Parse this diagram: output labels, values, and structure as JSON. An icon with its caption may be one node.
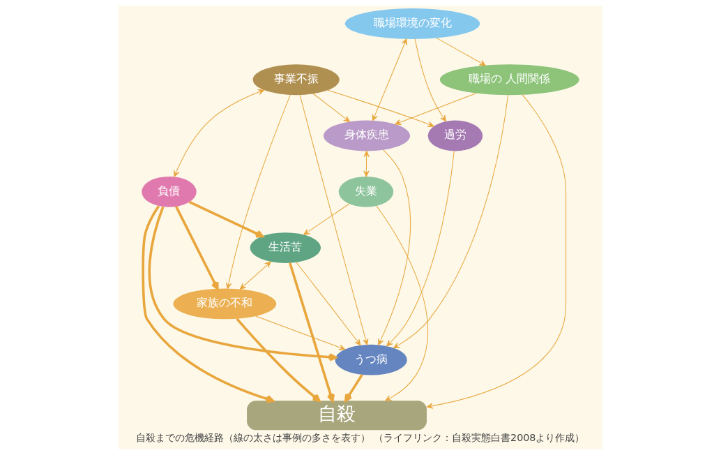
{
  "diagram": {
    "caption": "自殺までの危機経路（線の太さは事例の多さを表す） （ライフリンク：自殺実態白書2008より作成）",
    "nodes": [
      {
        "text": [
          "職場環境の変化"
        ]
      },
      {
        "text": [
          "過労"
        ]
      },
      {
        "text": [
          "職場の 人間関係"
        ]
      },
      {
        "text": [
          "事業不振"
        ]
      },
      {
        "text": [
          "失業"
        ]
      },
      {
        "text": [
          "負債"
        ]
      },
      {
        "text": [
          "身体疾患"
        ]
      },
      {
        "text": [
          "生活苦"
        ]
      },
      {
        "text": [
          "家族の不和"
        ]
      },
      {
        "text": [
          "うつ病"
        ]
      },
      {
        "text": [
          "自殺"
        ]
      }
    ],
    "edges": [
      {
        "from": 0,
        "to": 2,
        "arrow": "to"
      },
      {
        "from": 0,
        "to": 1,
        "arrow": "to"
      },
      {
        "from": 0,
        "to": 6,
        "arrow": "both"
      },
      {
        "from": 3,
        "to": 1,
        "arrow": "to"
      },
      {
        "from": 3,
        "to": 6,
        "arrow": "to"
      },
      {
        "from": 3,
        "to": 9,
        "arrow": "to"
      },
      {
        "from": 3,
        "to": 5,
        "arrow": "both"
      },
      {
        "from": 3,
        "to": 8,
        "arrow": "to"
      },
      {
        "from": 2,
        "to": 6,
        "arrow": "to"
      },
      {
        "from": 2,
        "to": 9,
        "arrow": "to"
      },
      {
        "from": 2,
        "to": 10,
        "arrow": "to"
      },
      {
        "from": 1,
        "to": 9,
        "arrow": "to"
      },
      {
        "from": 6,
        "to": 4,
        "arrow": "both"
      },
      {
        "from": 4,
        "to": 7,
        "arrow": "to"
      },
      {
        "from": 4,
        "to": 10,
        "arrow": "to"
      },
      {
        "from": 6,
        "to": 9,
        "arrow": "to"
      },
      {
        "from": 5,
        "to": 9,
        "arrow": "to",
        "style": "thick"
      },
      {
        "from": 5,
        "to": 7,
        "arrow": "to",
        "style": "thick"
      },
      {
        "from": 5,
        "to": 10,
        "arrow": "to",
        "style": "thick"
      },
      {
        "from": 5,
        "to": 8,
        "arrow": "to",
        "style": "thick"
      },
      {
        "from": 7,
        "to": 8,
        "arrow": "both"
      },
      {
        "from": 7,
        "to": 9,
        "arrow": "to"
      },
      {
        "from": 8,
        "to": 9,
        "arrow": "to"
      },
      {
        "from": 7,
        "to": 10,
        "arrow": "to",
        "style": "thick"
      },
      {
        "from": 8,
        "to": 10,
        "arrow": "to",
        "style": "thick"
      },
      {
        "from": 9,
        "to": 10,
        "arrow": "to",
        "style": "thick"
      }
    ]
  }
}
